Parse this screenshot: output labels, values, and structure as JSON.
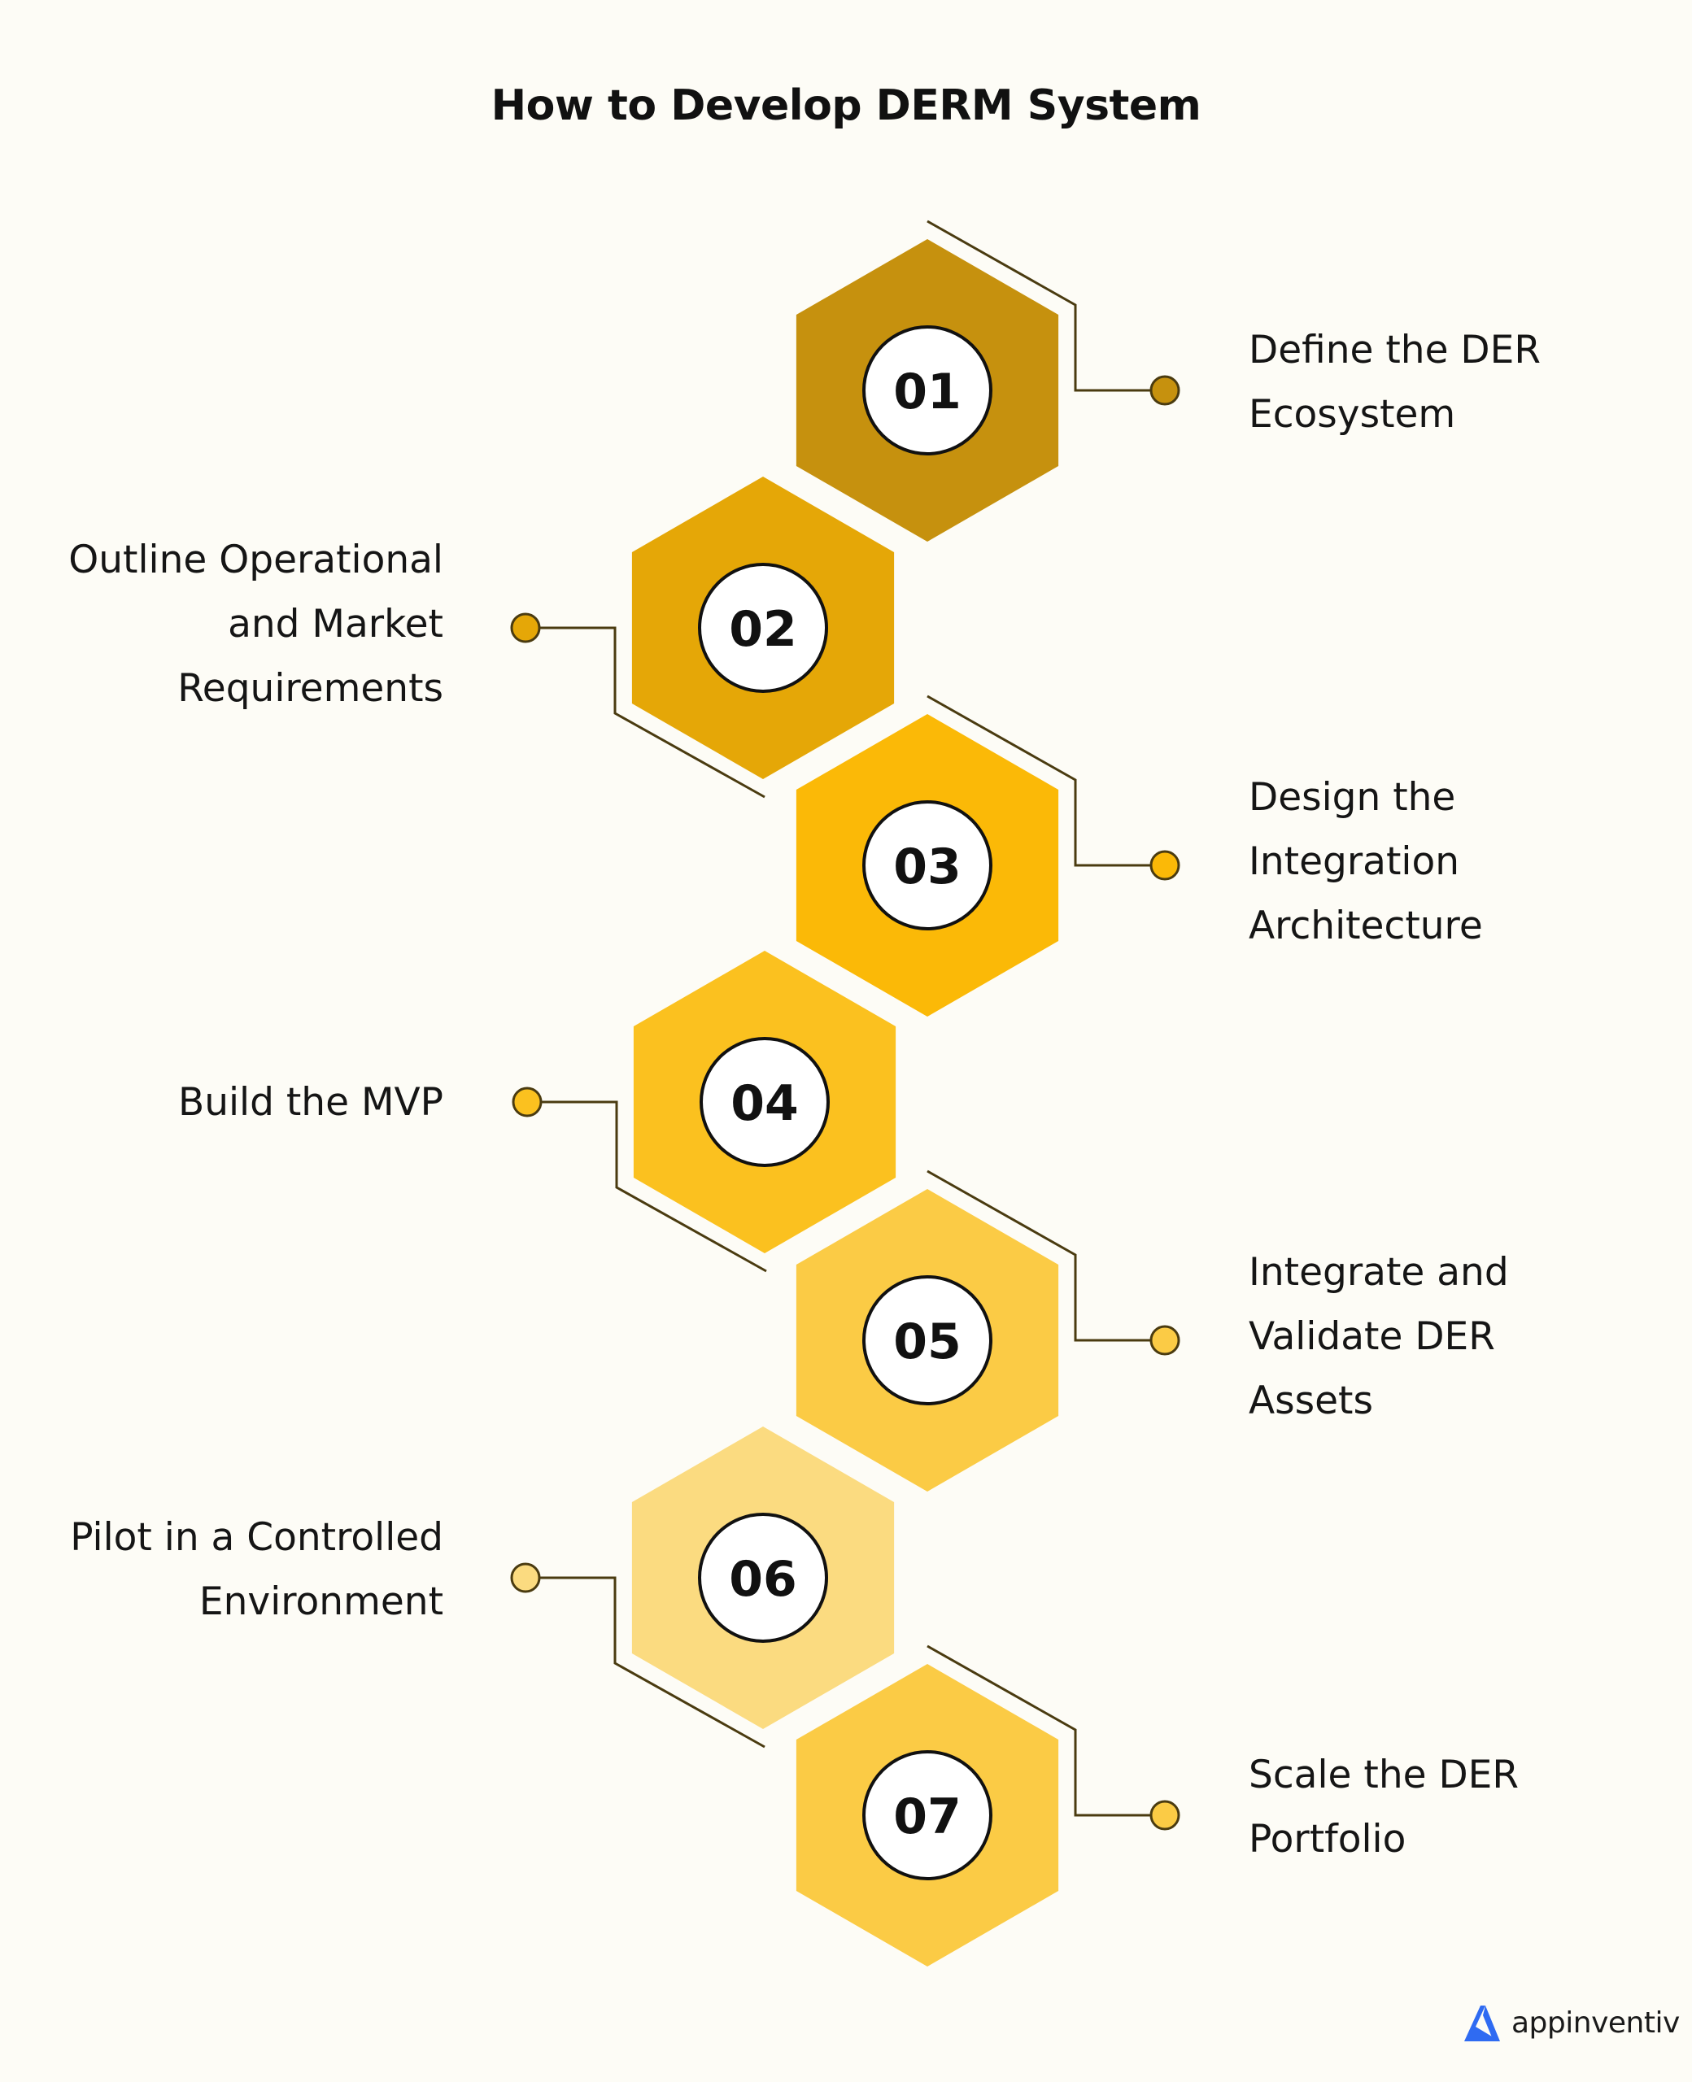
{
  "title": "How to Develop DERM System",
  "steps": [
    {
      "number": "01",
      "label_lines": [
        "Define the DER",
        "Ecosystem"
      ],
      "side": "right",
      "color": "#C6910E"
    },
    {
      "number": "02",
      "label_lines": [
        "Outline Operational",
        "and Market",
        "Requirements"
      ],
      "side": "left",
      "color": "#E5A707"
    },
    {
      "number": "03",
      "label_lines": [
        "Design the",
        "Integration",
        "Architecture"
      ],
      "side": "right",
      "color": "#FBB907"
    },
    {
      "number": "04",
      "label_lines": [
        "Build the MVP"
      ],
      "side": "left",
      "color": "#FBC11F"
    },
    {
      "number": "05",
      "label_lines": [
        "Integrate and",
        "Validate DER",
        "Assets"
      ],
      "side": "right",
      "color": "#FBCB45"
    },
    {
      "number": "06",
      "label_lines": [
        "Pilot in a Controlled",
        "Environment"
      ],
      "side": "left",
      "color": "#FBDB80"
    },
    {
      "number": "07",
      "label_lines": [
        "Scale the DER",
        "Portfolio"
      ],
      "side": "right",
      "color": "#FBCB45"
    }
  ],
  "connector_color": "#4A3B10",
  "logo": {
    "text": "appinventiv",
    "mark_color": "#2F6BF2"
  }
}
